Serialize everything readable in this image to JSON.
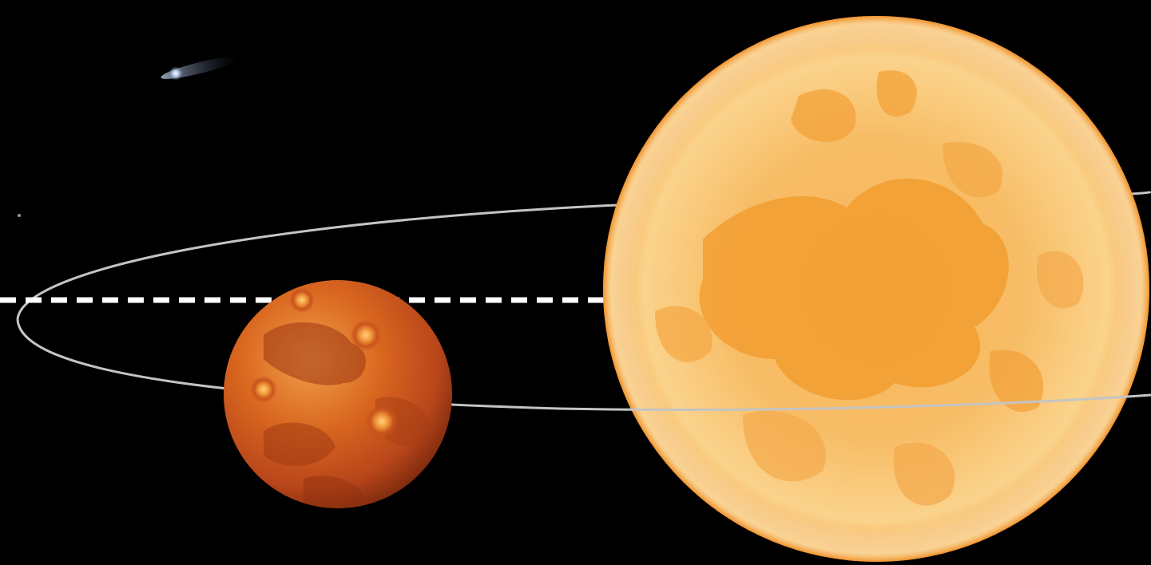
{
  "scene": {
    "background_color": "#000000",
    "objects": [
      {
        "name": "large-orange-star",
        "colors": [
          "#fbe0a4",
          "#f6b65a",
          "#f29a2a"
        ]
      },
      {
        "name": "small-red-orange-planet",
        "colors": [
          "#f2a046",
          "#d0551c",
          "#8e2e0e"
        ]
      },
      {
        "name": "orbit-ellipse",
        "colors": [
          "#c4c4c4"
        ]
      },
      {
        "name": "dashed-sightline",
        "colors": [
          "#ffffff"
        ]
      },
      {
        "name": "distant-comet",
        "colors": [
          "#cfe2ff"
        ]
      }
    ]
  }
}
